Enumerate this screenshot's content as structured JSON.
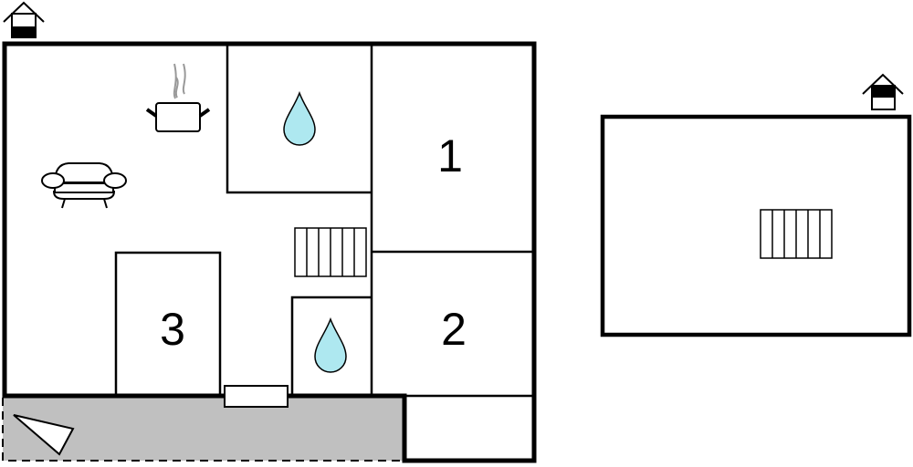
{
  "rooms": {
    "room1_label": "1",
    "room2_label": "2",
    "room3_label": "3"
  },
  "colors": {
    "wall": "#000000",
    "terrace": "#c0c0c0",
    "water": "#aee8f0",
    "steam": "#999999"
  },
  "icons": [
    "house-entrance-icon",
    "cooking-pot-icon",
    "sofa-icon",
    "water-drop-icon",
    "stairs-icon",
    "triangle-terrace-icon"
  ]
}
